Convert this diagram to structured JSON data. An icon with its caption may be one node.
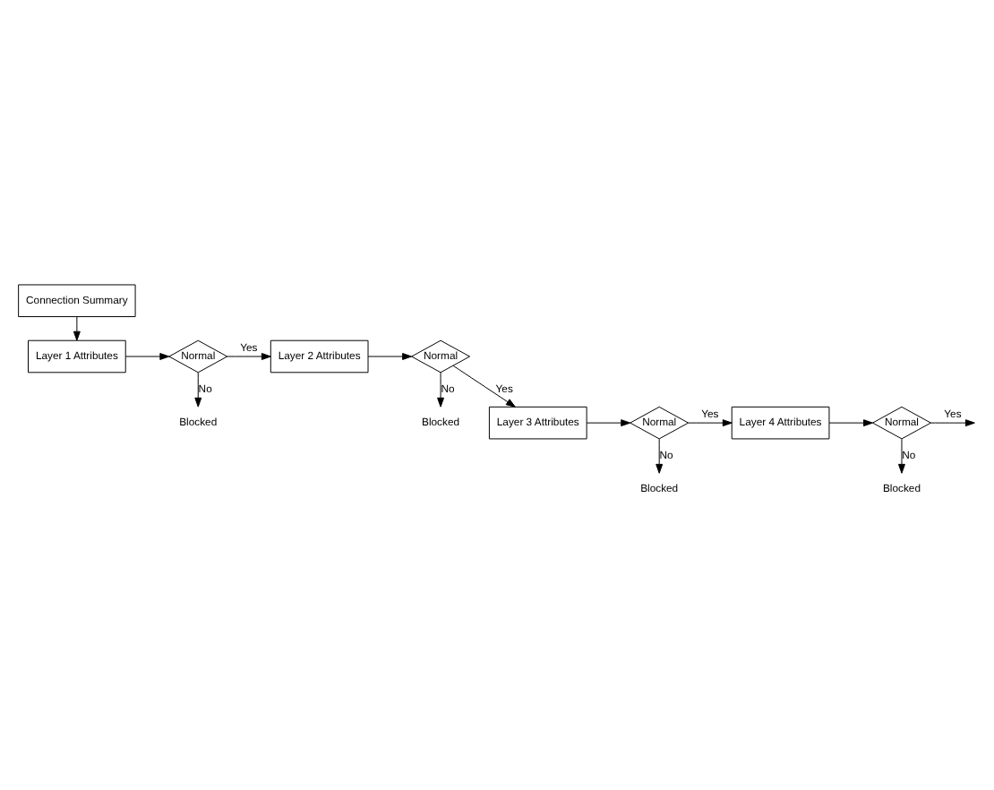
{
  "diagram": {
    "nodes": [
      {
        "text": [
          "Connection Summary"
        ]
      },
      {
        "text": [
          "Layer 1 Attributes"
        ]
      },
      {
        "text": [
          "Normal"
        ]
      },
      {
        "text": [
          "Blocked"
        ]
      },
      {
        "text": [
          "Layer 2 Attributes"
        ]
      },
      {
        "text": [
          "Normal"
        ]
      },
      {
        "text": [
          "Blocked"
        ]
      },
      {
        "text": [
          "Layer 3 Attributes"
        ]
      },
      {
        "text": [
          "Normal"
        ]
      },
      {
        "text": [
          "Blocked"
        ]
      },
      {
        "text": [
          "Layer 4 Attributes"
        ]
      },
      {
        "text": [
          "Normal"
        ]
      },
      {
        "text": [
          "Blocked"
        ]
      }
    ],
    "edges": [
      {
        "from": 0,
        "to": 1,
        "arrow": "to"
      },
      {
        "from": 1,
        "to": 2,
        "arrow": "to"
      },
      {
        "from": 2,
        "to": 4,
        "arrow": "to",
        "label": "Yes"
      },
      {
        "from": 2,
        "to": 3,
        "arrow": "to",
        "label": "No"
      },
      {
        "from": 4,
        "to": 5,
        "arrow": "to"
      },
      {
        "from": 5,
        "to": 6,
        "arrow": "to",
        "label": "No"
      },
      {
        "from": 5,
        "to": 7,
        "arrow": "to",
        "label": "Yes"
      },
      {
        "from": 7,
        "to": 8,
        "arrow": "to"
      },
      {
        "from": 8,
        "to": 10,
        "arrow": "to",
        "label": "Yes"
      },
      {
        "from": 8,
        "to": 9,
        "arrow": "to",
        "label": "No"
      },
      {
        "from": 10,
        "to": 11,
        "arrow": "to"
      },
      {
        "from": 11,
        "to": 12,
        "arrow": "to",
        "label": "No"
      },
      {
        "from": 11,
        "to": null,
        "arrow": "to",
        "label": "Yes"
      }
    ]
  }
}
